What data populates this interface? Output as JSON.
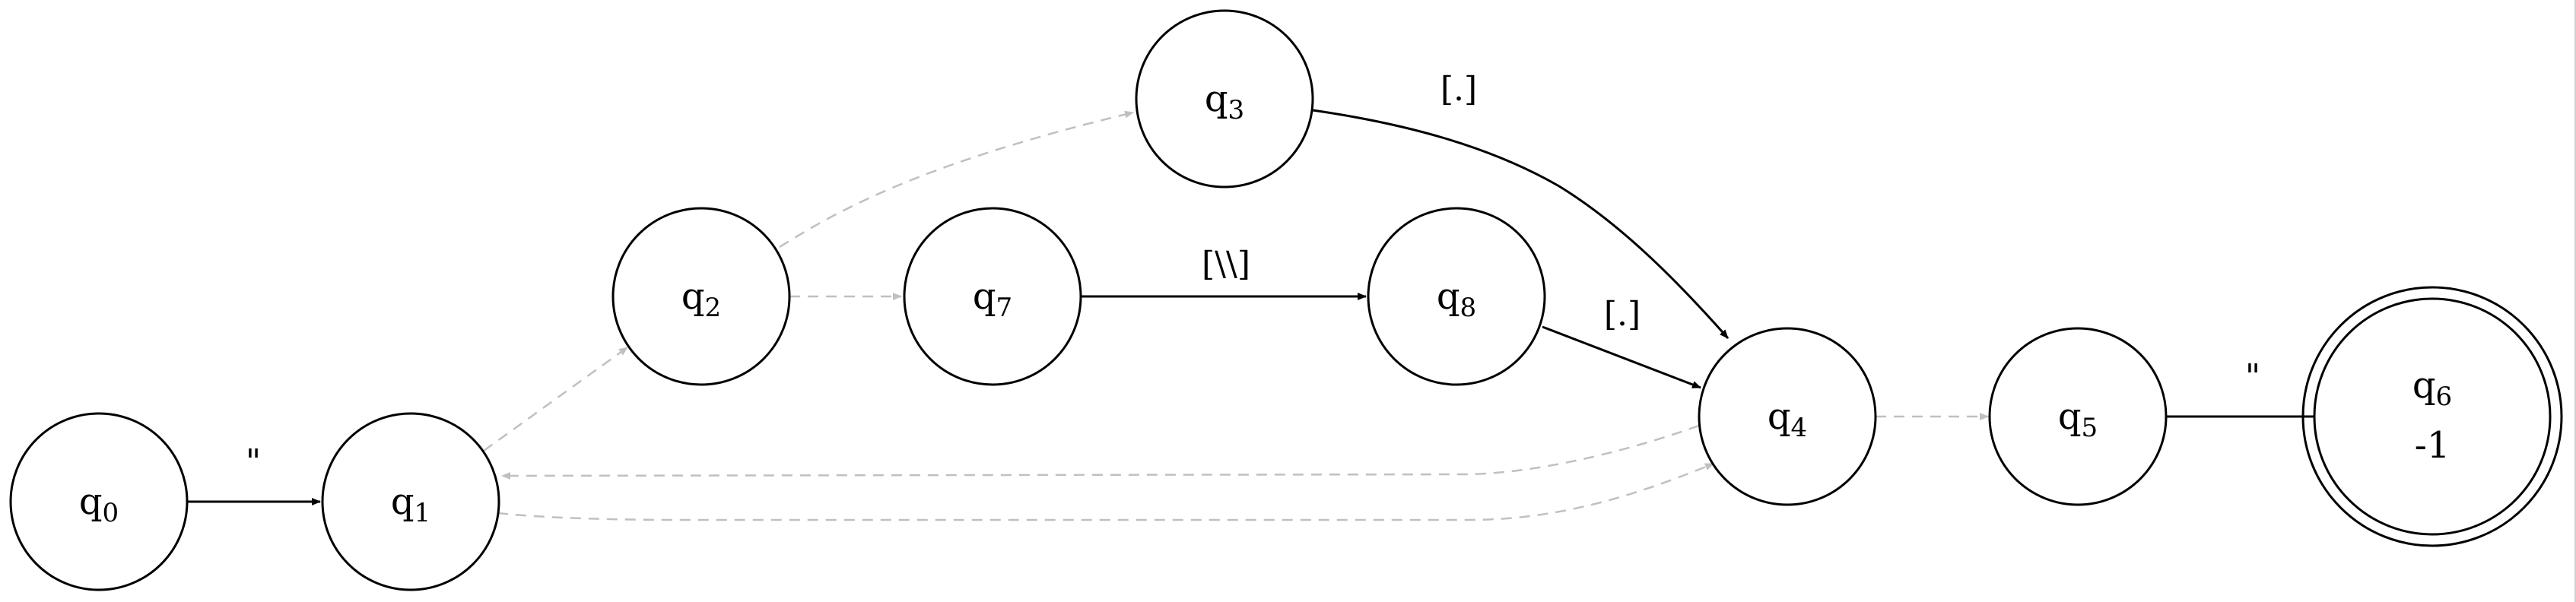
{
  "colors": {
    "background": "#ffffff",
    "node_stroke": "#000000",
    "solid_edge": "#000000",
    "dashed_edge": "#c0c0c0",
    "text": "#000000"
  },
  "states": [
    {
      "id": "q0",
      "base": "q",
      "sub": "0",
      "accepting": false
    },
    {
      "id": "q1",
      "base": "q",
      "sub": "1",
      "accepting": false
    },
    {
      "id": "q2",
      "base": "q",
      "sub": "2",
      "accepting": false
    },
    {
      "id": "q3",
      "base": "q",
      "sub": "3",
      "accepting": false
    },
    {
      "id": "q4",
      "base": "q",
      "sub": "4",
      "accepting": false
    },
    {
      "id": "q5",
      "base": "q",
      "sub": "5",
      "accepting": false
    },
    {
      "id": "q6",
      "base": "q",
      "sub": "6",
      "accepting": true,
      "output": "-1"
    },
    {
      "id": "q7",
      "base": "q",
      "sub": "7",
      "accepting": false
    },
    {
      "id": "q8",
      "base": "q",
      "sub": "8",
      "accepting": false
    }
  ],
  "transitions": [
    {
      "from": "q0",
      "to": "q1",
      "label": "\"",
      "style": "solid"
    },
    {
      "from": "q1",
      "to": "q2",
      "label": "",
      "style": "dashed"
    },
    {
      "from": "q2",
      "to": "q3",
      "label": "",
      "style": "dashed"
    },
    {
      "from": "q2",
      "to": "q7",
      "label": "",
      "style": "dashed"
    },
    {
      "from": "q3",
      "to": "q4",
      "label": "[.]",
      "style": "solid"
    },
    {
      "from": "q7",
      "to": "q8",
      "label": "[\\\\]",
      "style": "solid"
    },
    {
      "from": "q8",
      "to": "q4",
      "label": "[.]",
      "style": "solid"
    },
    {
      "from": "q4",
      "to": "q1",
      "label": "",
      "style": "dashed"
    },
    {
      "from": "q1",
      "to": "q4",
      "label": "",
      "style": "dashed"
    },
    {
      "from": "q4",
      "to": "q5",
      "label": "",
      "style": "dashed"
    },
    {
      "from": "q5",
      "to": "q6",
      "label": "\"",
      "style": "solid"
    }
  ]
}
